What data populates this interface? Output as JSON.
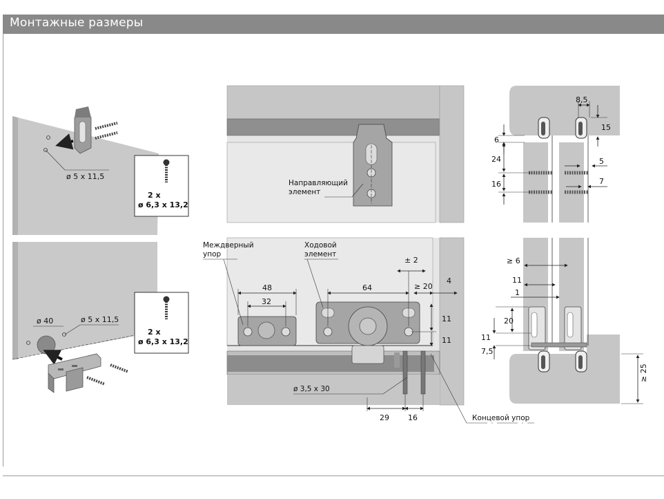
{
  "header": {
    "title": "Монтажные размеры"
  },
  "left_panel": {
    "top": {
      "hole_label": "ø 5 x 11,5",
      "screws_count": "2 x",
      "screws_size": "ø 6,3 x 13,2"
    },
    "bottom": {
      "hole_d40": "ø 40",
      "hole_label": "ø 5 x 11,5",
      "screws_count": "2 x",
      "screws_size": "ø 6,3 x 13,2"
    }
  },
  "center_top": {
    "guide_label_1": "Направляющий",
    "guide_label_2": "элемент"
  },
  "center_bottom": {
    "stop_label_1": "Междверный",
    "stop_label_2": "упор",
    "runner_label_1": "Ходовой",
    "runner_label_2": "элемент",
    "dim_48": "48",
    "dim_32": "32",
    "dim_64": "64",
    "dim_pm2": "± 2",
    "dim_ge20": "≥ 20",
    "dim_4": "4",
    "dim_11a": "11",
    "dim_11b": "11",
    "screw_label": "ø 3,5 x 30",
    "dim_29": "29",
    "dim_16": "16",
    "end_stop_label": "Концевой упор"
  },
  "right_top": {
    "dim_8_5": "8,5",
    "dim_15": "15",
    "dim_6": "6",
    "dim_24": "24",
    "dim_5": "5",
    "dim_16": "16",
    "dim_7": "7"
  },
  "right_bottom": {
    "dim_ge6": "≥ 6",
    "dim_11": "11",
    "dim_1": "1",
    "dim_20": "20",
    "dim_11b": "11",
    "dim_7_5": "7,5",
    "dim_ge25": "≥ 25"
  },
  "colors": {
    "header_bg": "#898989",
    "panel_gray": "#c8c8c8",
    "part_gray": "#a8a8a8",
    "rail_dark": "#8c8c8c"
  }
}
